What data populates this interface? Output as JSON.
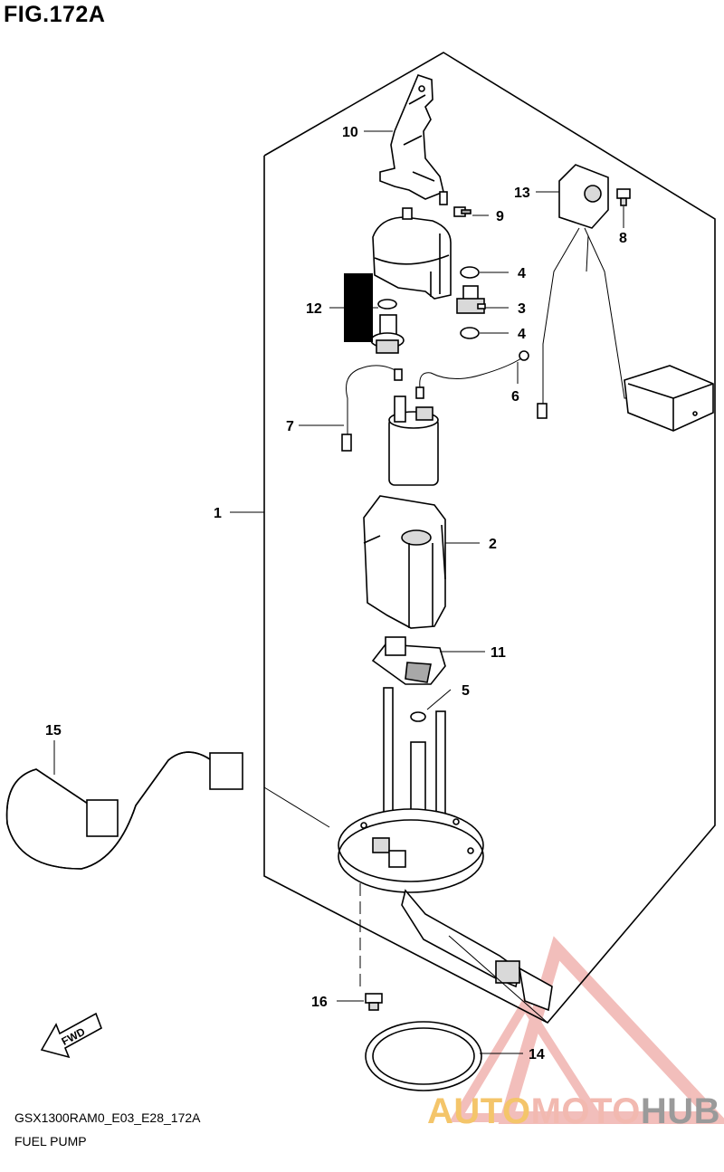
{
  "figure": {
    "title": "FIG.172A",
    "model_code": "GSX1300RAM0_E03_E28_172A",
    "name": "FUEL PUMP"
  },
  "callouts": {
    "p1": "1",
    "p2": "2",
    "p3": "3",
    "p4a": "4",
    "p4b": "4",
    "p5": "5",
    "p6": "6",
    "p7": "7",
    "p8": "8",
    "p9": "9",
    "p10": "10",
    "p11": "11",
    "p12": "12",
    "p13": "13",
    "p14": "14",
    "p15": "15",
    "p16": "16"
  },
  "fwd_label": "FWD",
  "watermark": {
    "part1": "AUTO",
    "part2": "MOTO",
    "part3": "HUB",
    "colors": {
      "auto": "#f4c56a",
      "moto": "#f2b9b0",
      "hub": "#9a9a9a",
      "triangle": "#e98a84"
    }
  }
}
